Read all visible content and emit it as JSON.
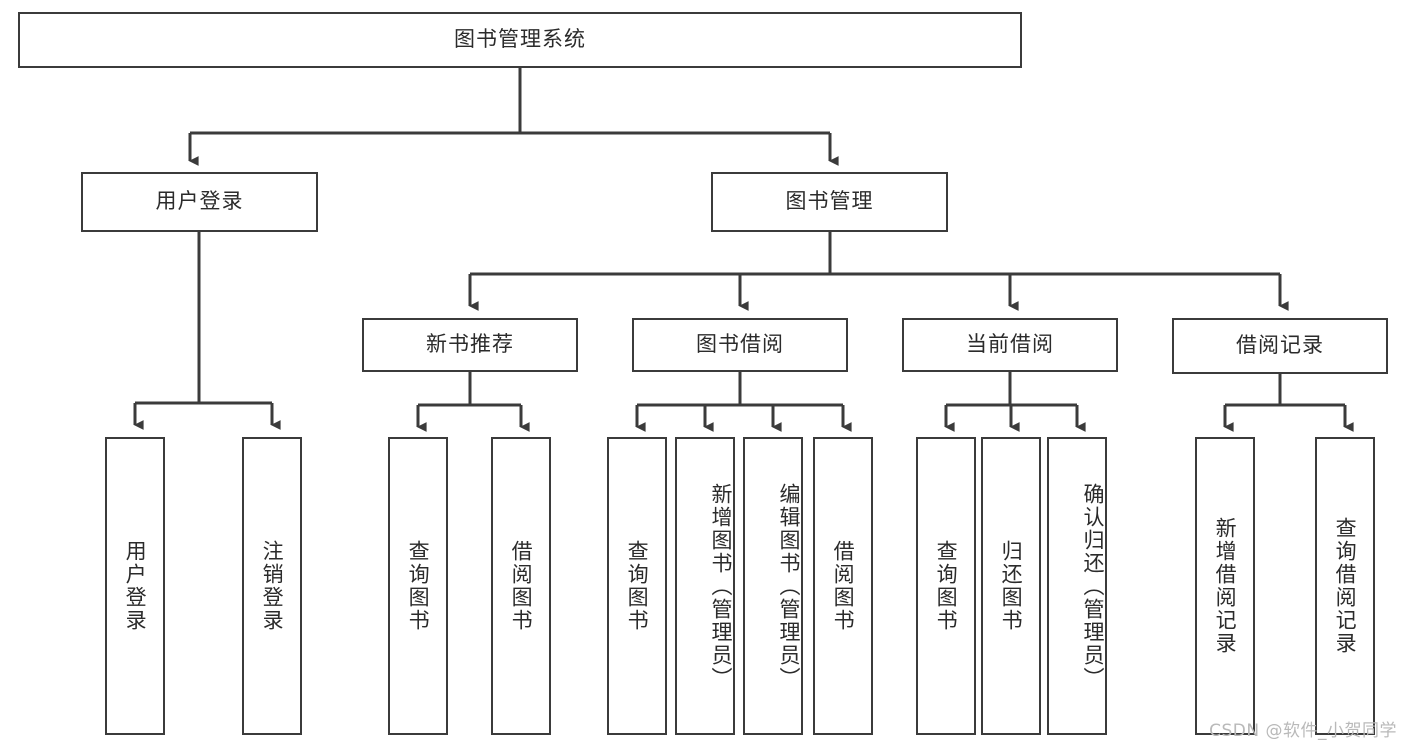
{
  "diagram": {
    "title": "图书管理系统",
    "type": "tree-hierarchy",
    "watermark": "CSDN @软件_小贺同学",
    "colors": {
      "background": "#ffffff",
      "box_border": "#3b3b3b",
      "box_fill": "#ffffff",
      "text": "#2b2b2b",
      "connector": "#3b3b3b",
      "watermark": "#b9b9b9"
    },
    "nodes": {
      "root": {
        "label": "图书管理系统",
        "orientation": "horizontal"
      },
      "level2": [
        {
          "id": "user-login",
          "label": "用户登录",
          "orientation": "horizontal"
        },
        {
          "id": "book-manage",
          "label": "图书管理",
          "orientation": "horizontal"
        }
      ],
      "level3": [
        {
          "id": "new-book-rec",
          "label": "新书推荐",
          "orientation": "horizontal"
        },
        {
          "id": "book-borrow",
          "label": "图书借阅",
          "orientation": "horizontal"
        },
        {
          "id": "current-borrow",
          "label": "当前借阅",
          "orientation": "horizontal"
        },
        {
          "id": "borrow-record",
          "label": "借阅记录",
          "orientation": "horizontal"
        }
      ],
      "leaves": [
        {
          "id": "leaf-user-login",
          "label": "用户登录",
          "orientation": "vertical",
          "parent": "user-login"
        },
        {
          "id": "leaf-logout",
          "label": "注销登录",
          "orientation": "vertical",
          "parent": "user-login"
        },
        {
          "id": "leaf-query-book-1",
          "label": "查询图书",
          "orientation": "vertical",
          "parent": "new-book-rec"
        },
        {
          "id": "leaf-borrow-book-1",
          "label": "借阅图书",
          "orientation": "vertical",
          "parent": "new-book-rec"
        },
        {
          "id": "leaf-query-book-2",
          "label": "查询图书",
          "orientation": "vertical",
          "parent": "book-borrow"
        },
        {
          "id": "leaf-add-book",
          "label": "新增图书（管理员）",
          "orientation": "vertical",
          "parent": "book-borrow"
        },
        {
          "id": "leaf-edit-book",
          "label": "编辑图书（管理员）",
          "orientation": "vertical",
          "parent": "book-borrow"
        },
        {
          "id": "leaf-borrow-book-2",
          "label": "借阅图书",
          "orientation": "vertical",
          "parent": "book-borrow"
        },
        {
          "id": "leaf-query-book-3",
          "label": "查询图书",
          "orientation": "vertical",
          "parent": "current-borrow"
        },
        {
          "id": "leaf-return-book",
          "label": "归还图书",
          "orientation": "vertical",
          "parent": "current-borrow"
        },
        {
          "id": "leaf-confirm-return",
          "label": "确认归还（管理员）",
          "orientation": "vertical",
          "parent": "current-borrow"
        },
        {
          "id": "leaf-add-record",
          "label": "新增借阅记录",
          "orientation": "vertical",
          "parent": "borrow-record"
        },
        {
          "id": "leaf-query-record",
          "label": "查询借阅记录",
          "orientation": "vertical",
          "parent": "borrow-record"
        }
      ]
    }
  }
}
